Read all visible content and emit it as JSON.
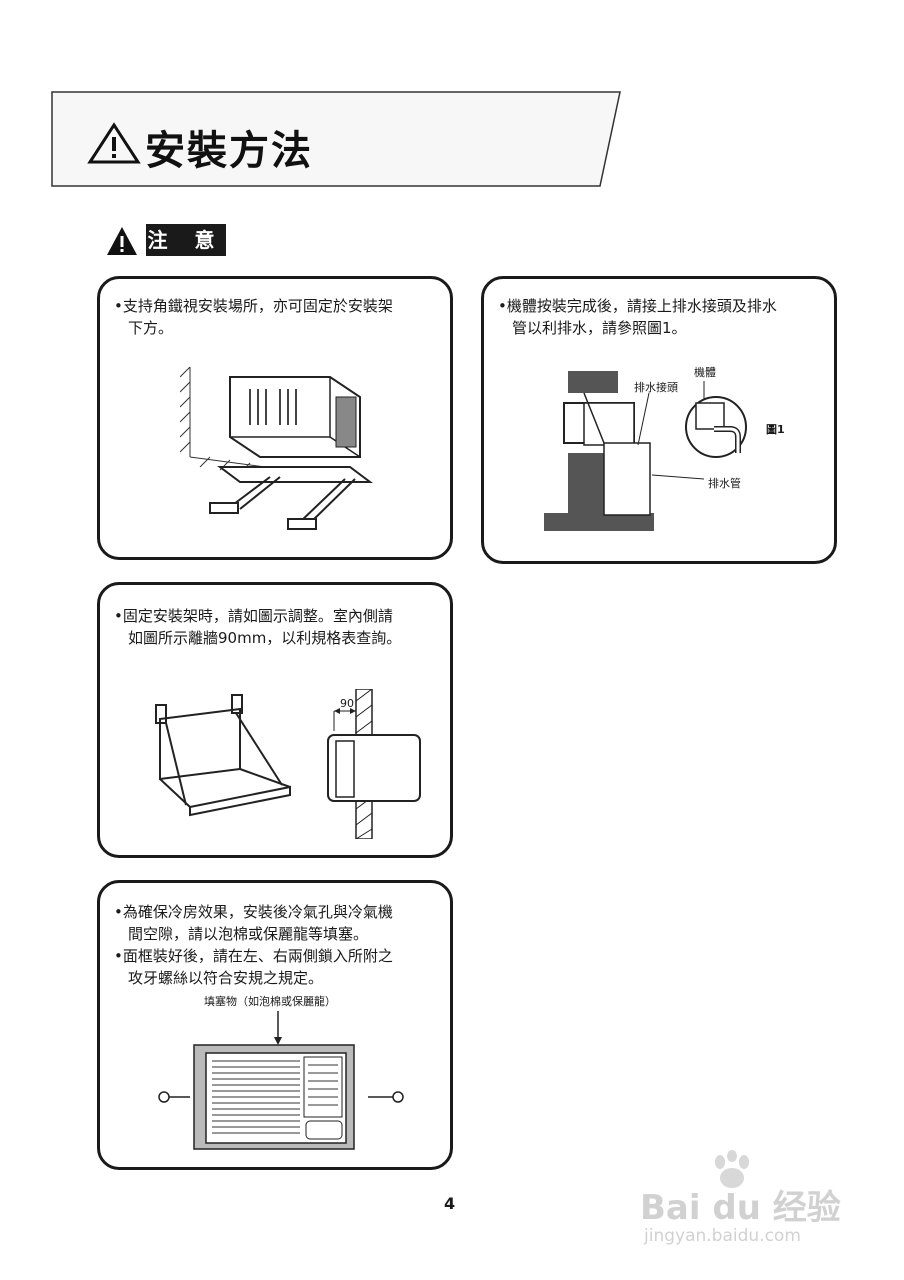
{
  "title": "安裝方法",
  "caution_label": "注 意",
  "panels": [
    {
      "lines": [
        "•支持角鐵視安裝場所，亦可固定於安裝架",
        "下方。"
      ]
    },
    {
      "lines": [
        "•機體按裝完成後，請接上排水接頭及排水",
        "管以利排水，請參照圖1。"
      ],
      "labels": {
        "unit": "機體",
        "drain_joint": "排水接頭",
        "fig": "圖1",
        "drain_pipe": "排水管"
      }
    },
    {
      "lines": [
        "•固定安裝架時，請如圖示調整。室內側請",
        "如圖所示離牆90mm，以利規格表查詢。"
      ],
      "labels": {
        "dimension": "90"
      }
    },
    {
      "lines": [
        "•為確保冷房效果，安裝後冷氣孔與冷氣機",
        "間空隙，請以泡棉或保麗龍等填塞。",
        "•面框裝好後，請在左、右兩側鎖入所附之",
        "攻牙螺絲以符合安規之規定。"
      ],
      "labels": {
        "filler": "填塞物（如泡棉或保麗龍）"
      }
    }
  ],
  "page_number": "4",
  "watermark": {
    "brand": "Bai du 经验",
    "url": "jingyan.baidu.com"
  }
}
